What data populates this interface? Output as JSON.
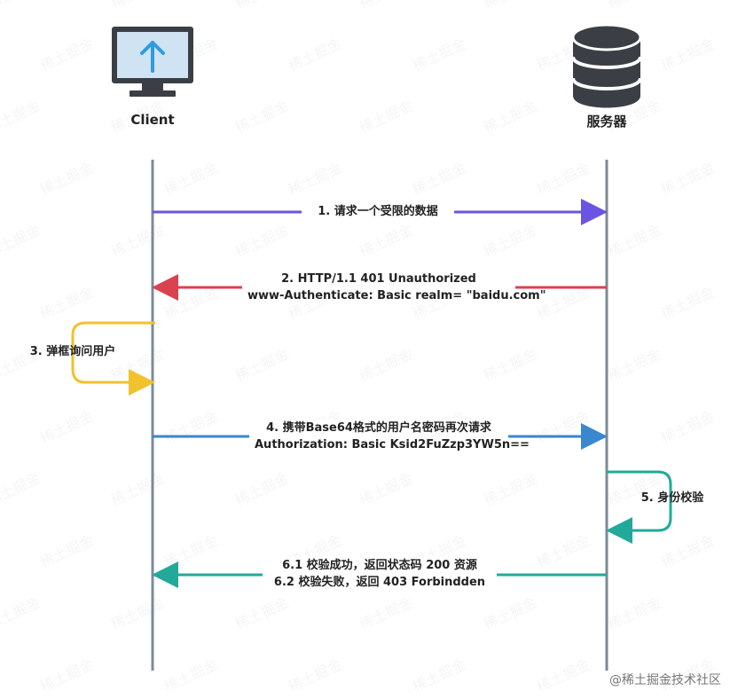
{
  "actors": {
    "client": "Client",
    "server": "服务器"
  },
  "messages": [
    {
      "id": "m1",
      "lines": [
        "1. 请求一个受限的数据"
      ],
      "color": "#6a54e3"
    },
    {
      "id": "m2",
      "lines": [
        "2. HTTP/1.1 401 Unauthorized",
        "www-Authenticate: Basic realm= \"baidu.com\""
      ],
      "color": "#d9424f"
    },
    {
      "id": "m3",
      "lines": [
        "3. 弹框询问用户"
      ],
      "color": "#f2c12e"
    },
    {
      "id": "m4",
      "lines": [
        "4. 携带Base64格式的用户名密码再次请求",
        "Authorization: Basic Ksid2FuZzp3YW5n=="
      ],
      "color": "#3a86cf"
    },
    {
      "id": "m5",
      "lines": [
        "5. 身份校验"
      ],
      "color": "#22a99a"
    },
    {
      "id": "m6",
      "lines": [
        "6.1 校验成功，返回状态码 200 资源",
        "6.2 校验失败，返回 403 Forbindden"
      ],
      "color": "#22a99a"
    }
  ],
  "colors": {
    "lifeline": "#7d8a9a",
    "monitor_frame": "#3b3f45",
    "monitor_screen": "#cfe3f3",
    "arrow_up": "#2f9be0",
    "db": "#3b3f45"
  },
  "icons": {
    "client": "monitor-upload-icon",
    "server": "database-icon"
  },
  "watermark": "稀土掘金",
  "credit": "@稀土掘金技术社区"
}
